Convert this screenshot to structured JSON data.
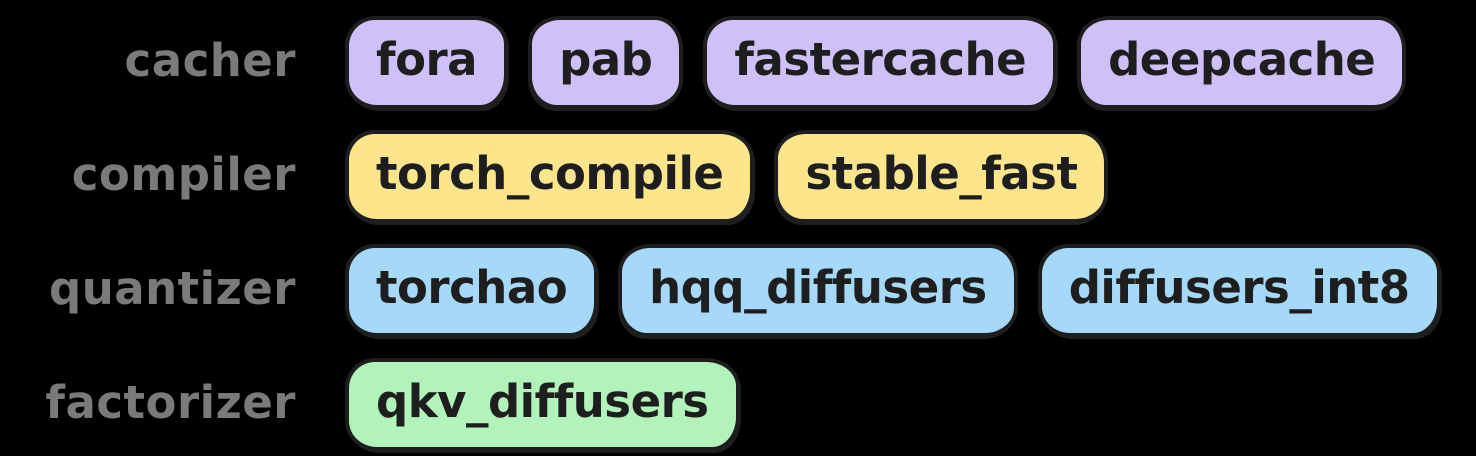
{
  "colors": {
    "background": "#000000",
    "stroke": "#1e1e1e",
    "pill_text": "#1e1e1e",
    "label_text": "#7a7a7a",
    "purple": "#cfc1f8",
    "yellow": "#fce58b",
    "blue": "#a5d8f9",
    "green": "#b2f2bb"
  },
  "rows": [
    {
      "label": "cacher",
      "fill": "#cfc1f8",
      "items": [
        "fora",
        "pab",
        "fastercache",
        "deepcache"
      ]
    },
    {
      "label": "compiler",
      "fill": "#fce58b",
      "items": [
        "torch_compile",
        "stable_fast"
      ]
    },
    {
      "label": "quantizer",
      "fill": "#a5d8f9",
      "items": [
        "torchao",
        "hqq_diffusers",
        "diffusers_int8"
      ]
    },
    {
      "label": "factorizer",
      "fill": "#b2f2bb",
      "items": [
        "qkv_diffusers"
      ]
    }
  ]
}
